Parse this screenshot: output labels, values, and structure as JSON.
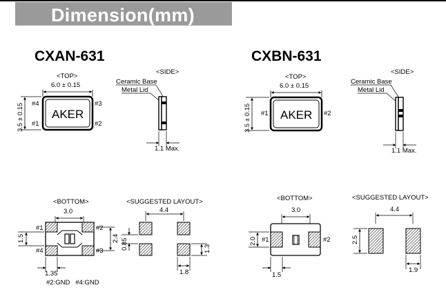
{
  "header": {
    "title": "Dimension(mm)",
    "banner_color": "#9a9a9a"
  },
  "left": {
    "model": "CXAN-631",
    "top": {
      "view_label": "<TOP>",
      "width_dim": "6.0 ± 0.15",
      "height_dim": "3.5 ± 0.15",
      "marking": "AKER",
      "pins": [
        "#4",
        "#3",
        "#1",
        "#2"
      ]
    },
    "side": {
      "view_label": "<SIDE>",
      "ceramic_base": "Ceramic Base",
      "metal_lid": "Metal Lid",
      "height_dim": "1.1 Max."
    },
    "bottom": {
      "view_label": "<BOTTOM>",
      "pitch_x": "3.0",
      "pad_y": "1.5",
      "pitch_y": "2.4",
      "pad_x": "1.35",
      "pins": [
        "#1",
        "#2",
        "#4",
        "#3"
      ],
      "gnd_note": "#2:GND   #4:GND"
    },
    "layout": {
      "view_label": "<SUGGESTED LAYOUT>",
      "span": "4.4",
      "gap": "0.85",
      "pad_h": "1.3",
      "pad_w": "1.8"
    }
  },
  "right": {
    "model": "CXBN-631",
    "top": {
      "view_label": "<TOP>",
      "width_dim": "6.0 ± 0.15",
      "height_dim": "3.5 ± 0.15",
      "marking": "AKER",
      "pins": [
        "#1",
        "#2"
      ]
    },
    "side": {
      "view_label": "<SIDE>",
      "ceramic_base": "Ceramic Base",
      "metal_lid": "Metal Lid",
      "height_dim": "1.1 Max."
    },
    "bottom": {
      "view_label": "<BOTTOM>",
      "pitch_x": "3.0",
      "pad_y": "2.0",
      "pad_x": "1.5",
      "pins": [
        "#1",
        "#2"
      ]
    },
    "layout": {
      "view_label": "<SUGGESTED LAYOUT>",
      "span": "4.4",
      "pad_h": "2.5",
      "pad_w": "1.9"
    }
  }
}
